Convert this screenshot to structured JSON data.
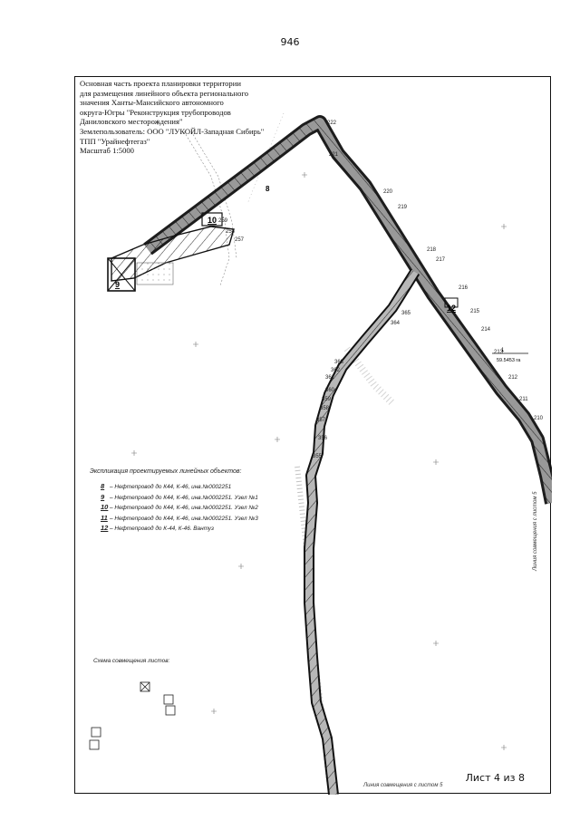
{
  "page_number": "946",
  "title_lines": [
    "Основная часть проекта планировки территории",
    "для размещения линейного объекта регионального",
    "значения Ханты-Мансийского автономного",
    "округа-Югры \"Реконструкция трубопроводов",
    "Даниловского месторождения\"",
    "Землепользователь: ООО \"ЛУКОЙЛ-Западная Сибирь\"",
    "ТПП \"Урайнефтегаз\"",
    "Масштаб 1:5000"
  ],
  "legend": {
    "title": "Экспликация проектируемых линейных объектов:",
    "items": [
      {
        "num": "8",
        "text": "– Нефтепровод до К44, К-46, инв.№0002251"
      },
      {
        "num": "9",
        "text": "– Нефтепровод до К44, К-46, инв.№0002251. Узел №1"
      },
      {
        "num": "10",
        "text": "– Нефтепровод до К44, К-46, инв.№0002251. Узел №2"
      },
      {
        "num": "11",
        "text": "– Нефтепровод до К44, К-46, инв.№0002251. Узел №3"
      },
      {
        "num": "12",
        "text": "– Нефтепровод до К-44, К-46. Вантуз"
      }
    ]
  },
  "scheme_title": "Схема совмещения листов:",
  "sheet_label": "Лист 4 из 8",
  "match_line_bottom": "Линия совмещения с листом 5",
  "match_line_right": "Линия совмещения с листом 5",
  "map_labels": {
    "object_8": "8",
    "object_9": "9",
    "object_10": "10",
    "object_12": "12",
    "point_value": "59.5453 га",
    "point_marker": "1"
  },
  "pickets_a": [
    "222",
    "221",
    "220",
    "219",
    "218",
    "217",
    "216",
    "215",
    "214",
    "213",
    "212",
    "211",
    "210"
  ],
  "pickets_b": [
    "365",
    "364",
    "363",
    "362",
    "361",
    "360",
    "359",
    "358",
    "357",
    "356",
    "355"
  ],
  "pickets_c": [
    "259",
    "258",
    "257"
  ]
}
